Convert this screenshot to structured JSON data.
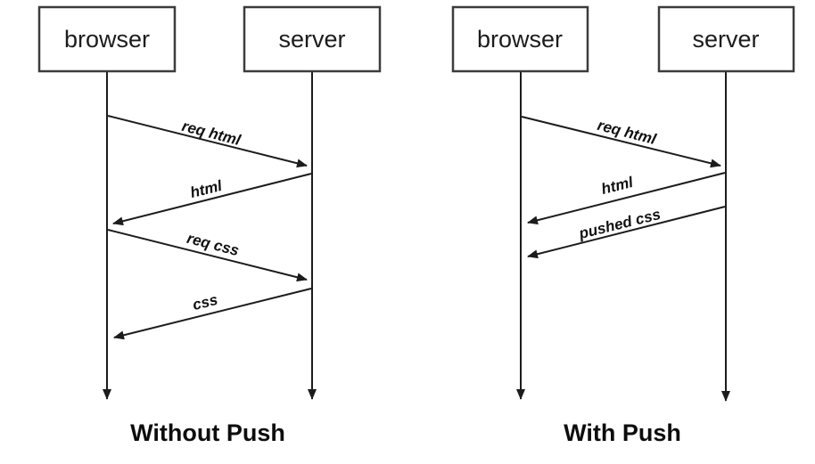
{
  "colors": {
    "background": "#ffffff",
    "line": "#1c1c1c",
    "box_border": "#3c3c3c",
    "text": "#0d0d0d"
  },
  "diagrams": [
    {
      "title": "Without Push",
      "actors": [
        {
          "name": "browser"
        },
        {
          "name": "server"
        }
      ],
      "messages": [
        {
          "label": "req html",
          "from": "browser",
          "to": "server"
        },
        {
          "label": "html",
          "from": "server",
          "to": "browser"
        },
        {
          "label": "req css",
          "from": "browser",
          "to": "server"
        },
        {
          "label": "css",
          "from": "server",
          "to": "browser"
        }
      ]
    },
    {
      "title": "With Push",
      "actors": [
        {
          "name": "browser"
        },
        {
          "name": "server"
        }
      ],
      "messages": [
        {
          "label": "req html",
          "from": "browser",
          "to": "server"
        },
        {
          "label": "html",
          "from": "server",
          "to": "browser"
        },
        {
          "label": "pushed css",
          "from": "server",
          "to": "browser"
        }
      ]
    }
  ]
}
